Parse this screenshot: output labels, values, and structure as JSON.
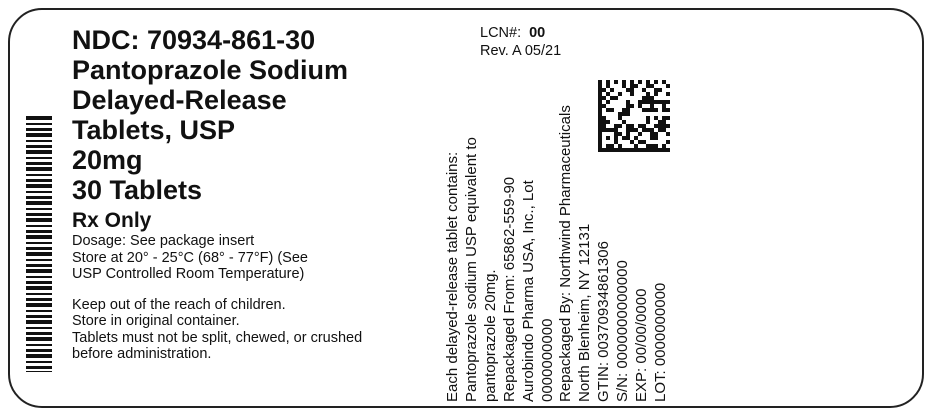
{
  "ndc": "NDC: 70934-861-30",
  "product_lines": [
    "Pantoprazole Sodium",
    "Delayed-Release",
    "Tablets, USP",
    "20mg",
    "30 Tablets"
  ],
  "rx": "Rx Only",
  "storage_lines": [
    "Dosage: See package insert",
    "Store at 20° - 25°C (68° - 77°F) (See",
    "USP Controlled Room Temperature)"
  ],
  "warning_lines": [
    "Keep out of the reach of children.",
    "Store in original container.",
    "Tablets must not be split, chewed, or crushed",
    "before administration."
  ],
  "lcn_label": "LCN#:",
  "lcn_value": "00",
  "rev": "Rev. A 05/21",
  "rotated_lines": [
    "Each delayed-release tablet contains:",
    "Pantoprazole sodium USP equivalent to",
    "pantoprazole 20mg.",
    "Repackaged From: 65862-559-90",
    "Aurobindo Pharma USA, Inc., Lot",
    "0000000000",
    "Repackaged By: Northwind Pharmaceuticals",
    "North Blenheim, NY 12131",
    "GTIN: 00370934861306",
    "S/N: 0000000000000",
    "EXP: 00/00/0000",
    "LOT: 0000000000"
  ]
}
